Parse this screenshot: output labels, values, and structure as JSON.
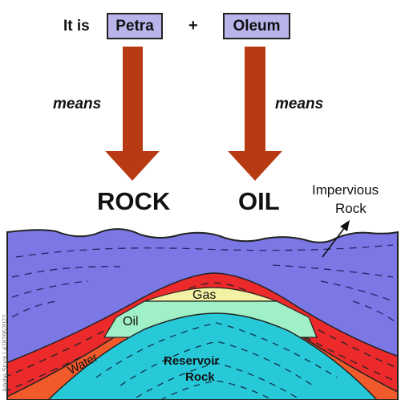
{
  "header": {
    "prefix": "It is",
    "word1": "Petra",
    "plus": "+",
    "word2": "Oleum"
  },
  "means_left": "means",
  "means_right": "means",
  "result_left": "ROCK",
  "result_right": "OIL",
  "layers": {
    "impervious_line1": "Impervious",
    "impervious_line2": "Rock",
    "gas": "Gas",
    "oil": "Oil",
    "water": "Water",
    "reservoir_line1": "Reservoir",
    "reservoir_line2": "Rock"
  },
  "watermark": "Adobe Stock | #782952072",
  "colors": {
    "box_fill": "#b9b4ea",
    "arrow": "#b83a12",
    "impervious": "#7b78e6",
    "cap_red": "#ec2a2c",
    "gas": "#f3f1a3",
    "oil": "#9ff0c6",
    "water": "#f15a2a",
    "reservoir": "#27c9d9"
  }
}
